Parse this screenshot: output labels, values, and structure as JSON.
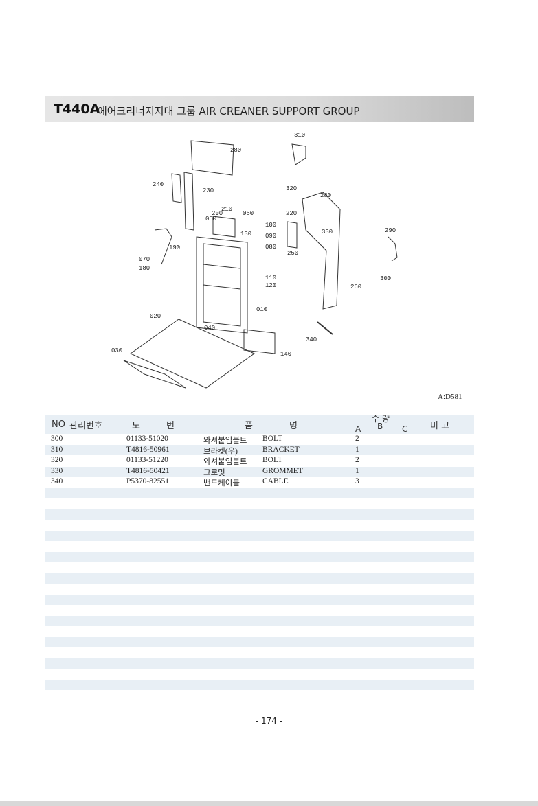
{
  "header": {
    "code": "T440A",
    "title": "에어크리너지지대 그룹  AIR CREANER SUPPORT GROUP"
  },
  "diagram": {
    "labels": [
      "310",
      "280",
      "320",
      "240",
      "230",
      "280",
      "220",
      "330",
      "210",
      "060",
      "200",
      "050",
      "130",
      "100",
      "090",
      "080",
      "290",
      "190",
      "250",
      "070",
      "180",
      "300",
      "110",
      "120",
      "260",
      "010",
      "020",
      "040",
      "340",
      "030",
      "140"
    ],
    "code": "A:D581"
  },
  "table": {
    "columns": {
      "no": "NO",
      "mgmt": "관리번호",
      "drawing_a": "도",
      "drawing_b": "번",
      "name_a": "품",
      "name_b": "명",
      "qty": "수 량",
      "qty_a": "A",
      "qty_b": "B",
      "qty_c": "C",
      "remark": "비 고"
    },
    "rows": [
      {
        "no": "300",
        "mgmt": "",
        "drawing": "01133-51020",
        "name_ko": "와셔붙임볼트",
        "name_en": "BOLT",
        "qty_a": "2"
      },
      {
        "no": "310",
        "mgmt": "",
        "drawing": "T4816-50961",
        "name_ko": "브라켓(우)",
        "name_en": "BRACKET",
        "qty_a": "1"
      },
      {
        "no": "320",
        "mgmt": "",
        "drawing": "01133-51220",
        "name_ko": "와셔붙임볼트",
        "name_en": "BOLT",
        "qty_a": "2"
      },
      {
        "no": "330",
        "mgmt": "",
        "drawing": "T4816-50421",
        "name_ko": "그로밋",
        "name_en": "GROMMET",
        "qty_a": "1"
      },
      {
        "no": "340",
        "mgmt": "",
        "drawing": "P5370-82551",
        "name_ko": "밴드케이블",
        "name_en": "CABLE",
        "qty_a": "3"
      }
    ]
  },
  "page": {
    "number": "- 174 -"
  }
}
